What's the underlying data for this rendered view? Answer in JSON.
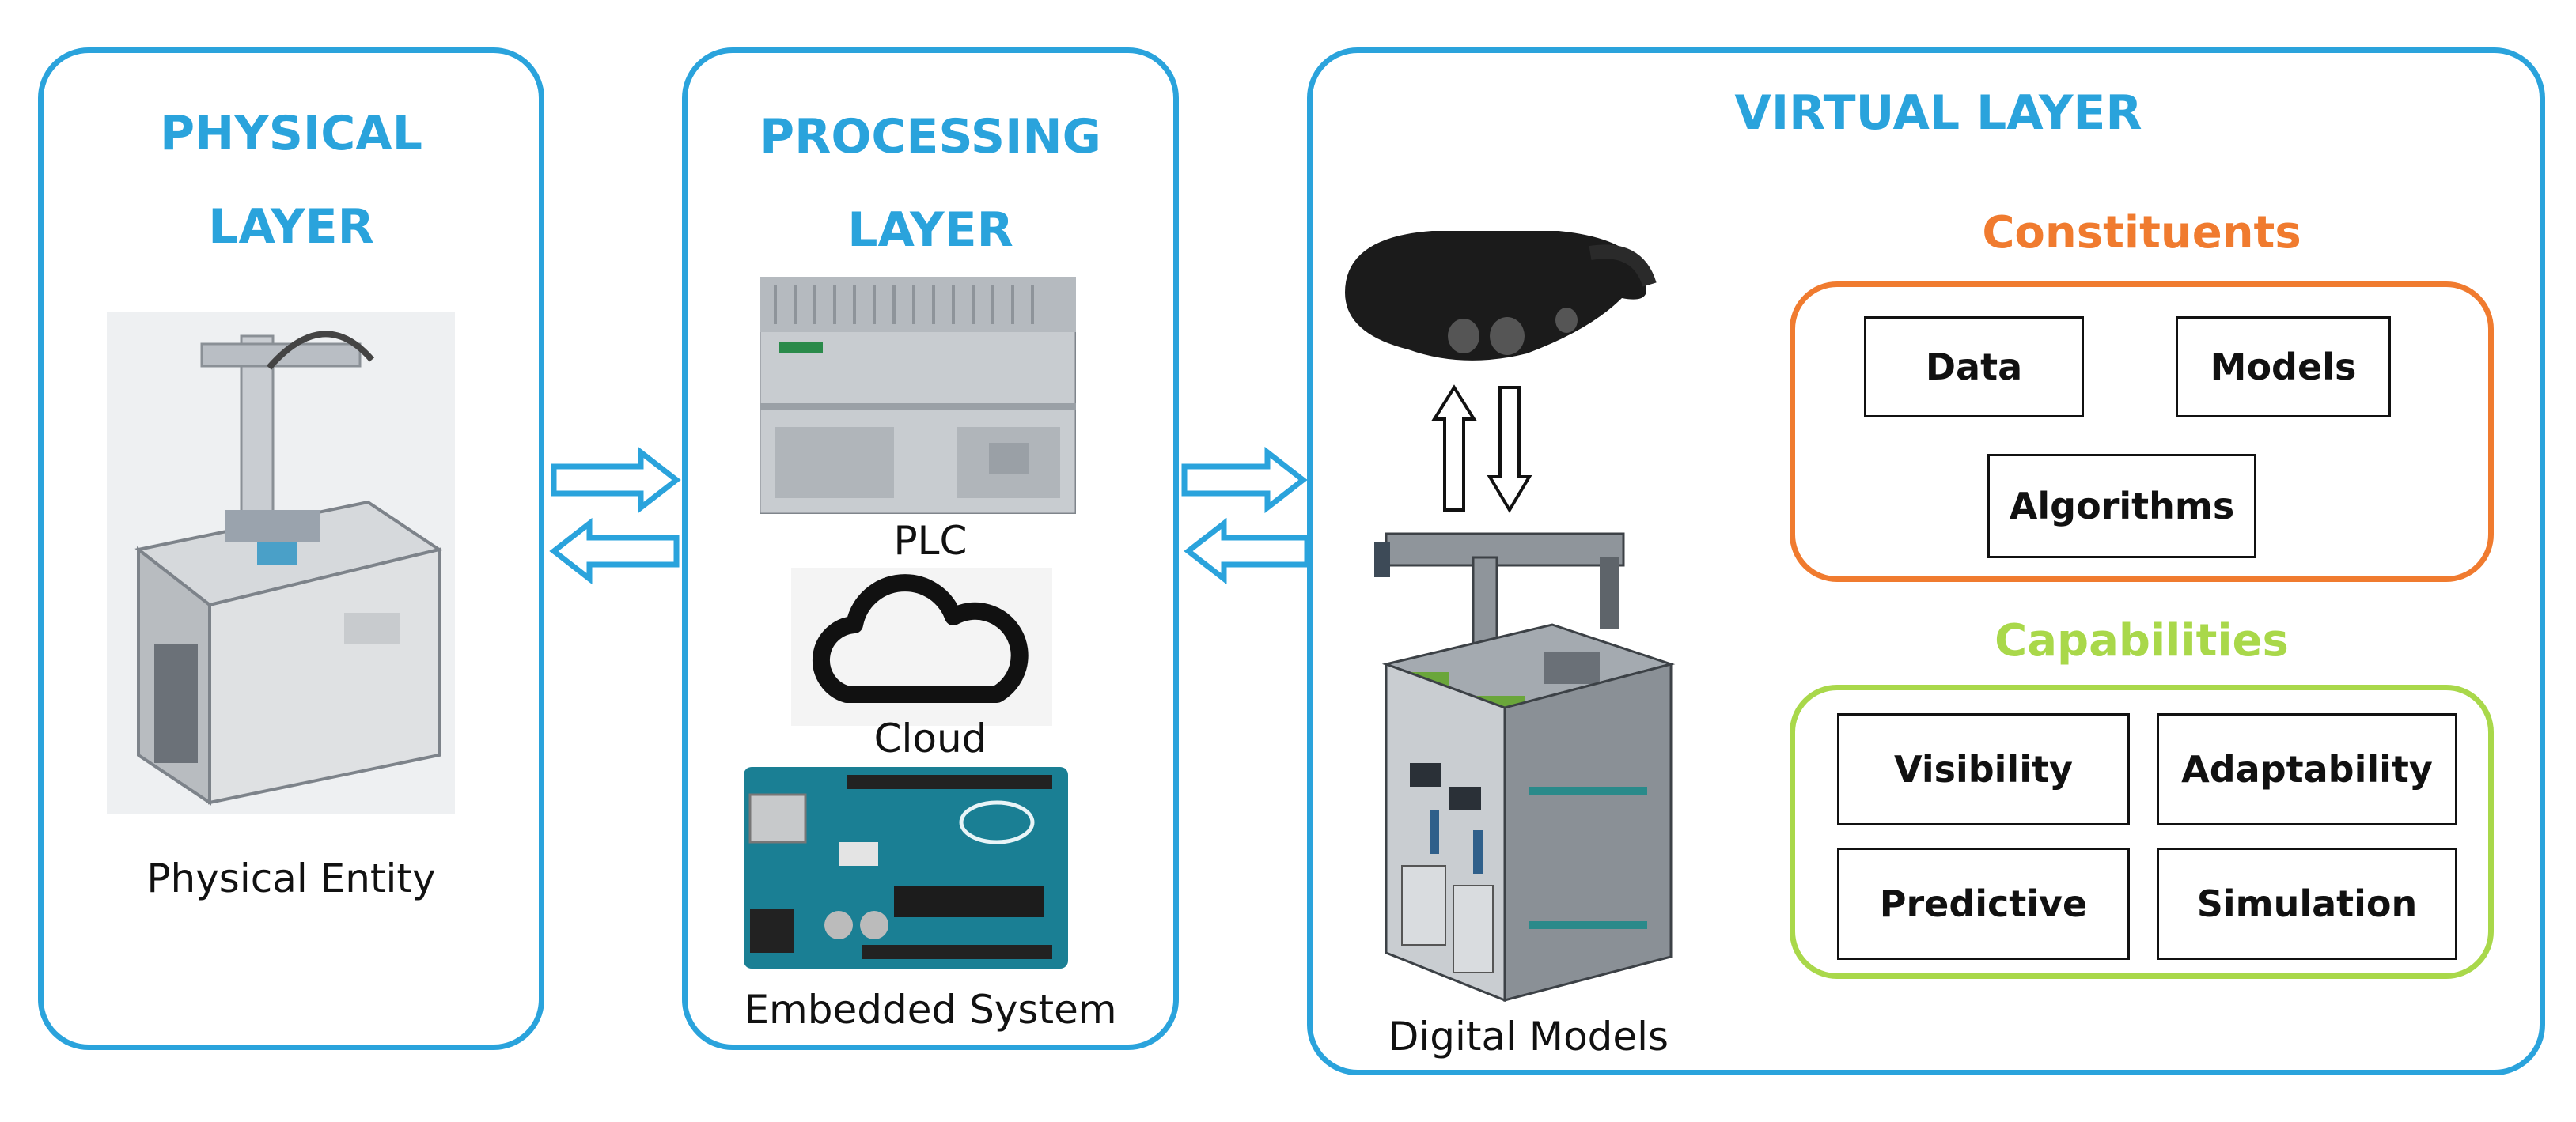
{
  "physical_layer": {
    "title": "PHYSICAL\nLAYER",
    "entity_caption": "Physical Entity"
  },
  "processing_layer": {
    "title": "PROCESSING\nLAYER",
    "plc_caption": "PLC",
    "cloud_caption": "Cloud",
    "embedded_caption": "Embedded System"
  },
  "virtual_layer": {
    "title": "VIRTUAL LAYER",
    "models_caption": "Digital Models",
    "constituents": {
      "title": "Constituents",
      "items": [
        "Data",
        "Models",
        "Algorithms"
      ]
    },
    "capabilities": {
      "title": "Capabilities",
      "items": [
        "Visibility",
        "Adaptability",
        "Predictive",
        "Simulation"
      ]
    }
  },
  "colors": {
    "layer_border": "#2aa3dc",
    "layer_title": "#2aa3dc",
    "constituents": "#f07b2f",
    "capabilities": "#a9d84a"
  }
}
